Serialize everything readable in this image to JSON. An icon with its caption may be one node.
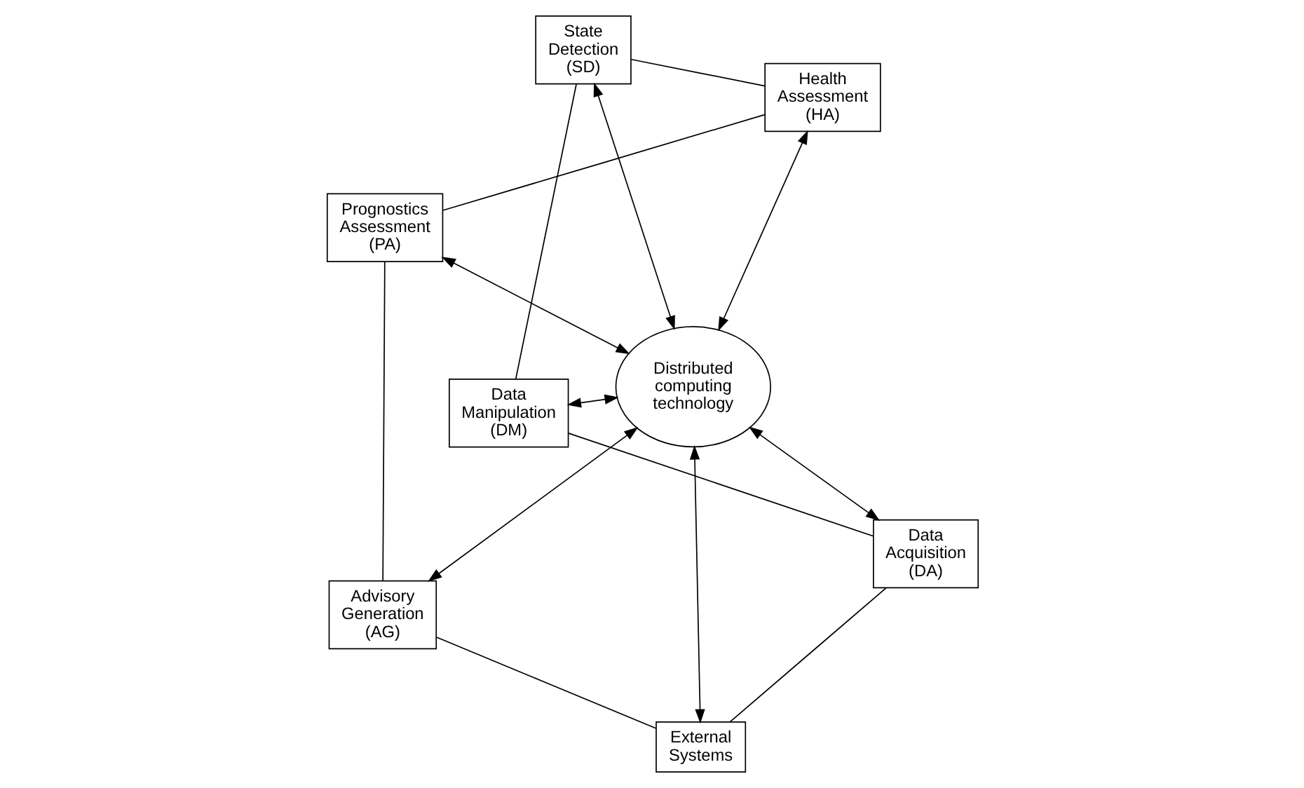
{
  "diagram": {
    "nodes": [
      {
        "text": [
          "Prognostics Assessment (PA)"
        ]
      },
      {
        "text": [
          "Health Assessment (HA)"
        ]
      },
      {
        "text": [
          "Advisory Generation (AG)"
        ]
      },
      {
        "text": [
          "Distributed computing technology"
        ]
      },
      {
        "text": [
          "State Detection (SD)"
        ]
      },
      {
        "text": [
          "External Systems"
        ]
      },
      {
        "text": [
          "Data Manipulation (DM)"
        ]
      },
      {
        "text": [
          "Data Acquisition (DA)"
        ]
      }
    ],
    "edges": [
      {
        "from": 1,
        "to": 3,
        "arrow": "both"
      },
      {
        "from": 0,
        "to": 3,
        "arrow": "both"
      },
      {
        "from": 2,
        "to": 3,
        "arrow": "both"
      },
      {
        "from": 4,
        "to": 3,
        "arrow": "both"
      },
      {
        "from": 3,
        "to": 5,
        "arrow": "both"
      },
      {
        "from": 6,
        "to": 3,
        "arrow": "both"
      },
      {
        "from": 3,
        "to": 7,
        "arrow": "both"
      },
      {
        "from": 0,
        "to": 2,
        "arrow": "none"
      },
      {
        "from": 2,
        "to": 5,
        "arrow": "none"
      },
      {
        "from": 5,
        "to": 7,
        "arrow": "none"
      },
      {
        "from": 7,
        "to": 6,
        "arrow": "none"
      },
      {
        "from": 6,
        "to": 4,
        "arrow": "none"
      },
      {
        "from": 4,
        "to": 1,
        "arrow": "none"
      },
      {
        "from": 1,
        "to": 0,
        "arrow": "none"
      }
    ]
  }
}
